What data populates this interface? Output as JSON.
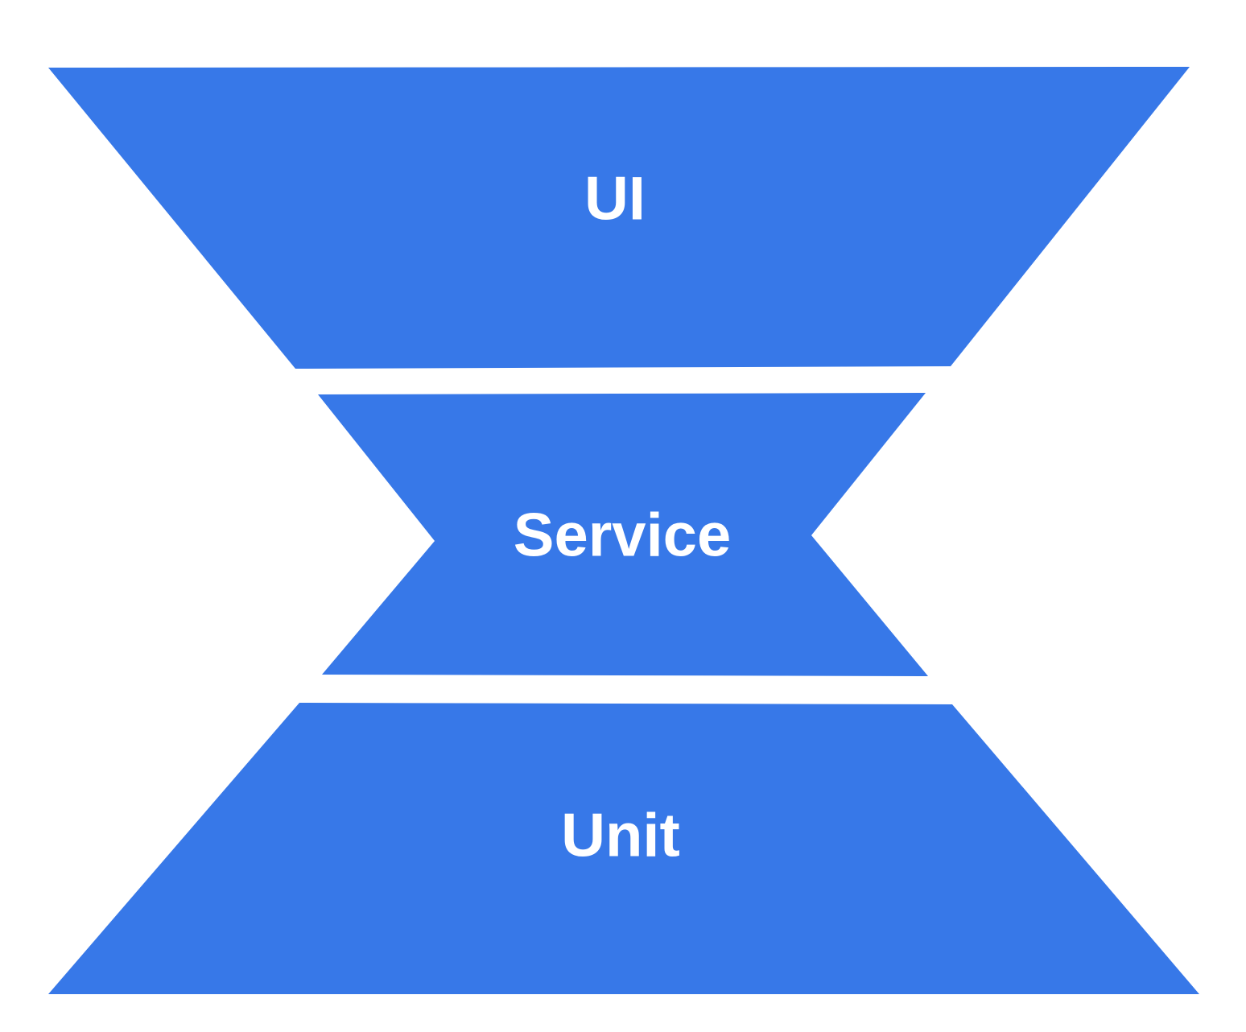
{
  "diagram": {
    "title": "test-layers-hourglass",
    "layers": [
      {
        "id": "ui",
        "label": "UI"
      },
      {
        "id": "service",
        "label": "Service"
      },
      {
        "id": "unit",
        "label": "Unit"
      }
    ]
  },
  "colors": {
    "shape_fill": "#3778e8",
    "label_text": "#ffffff",
    "background": "#ffffff"
  }
}
